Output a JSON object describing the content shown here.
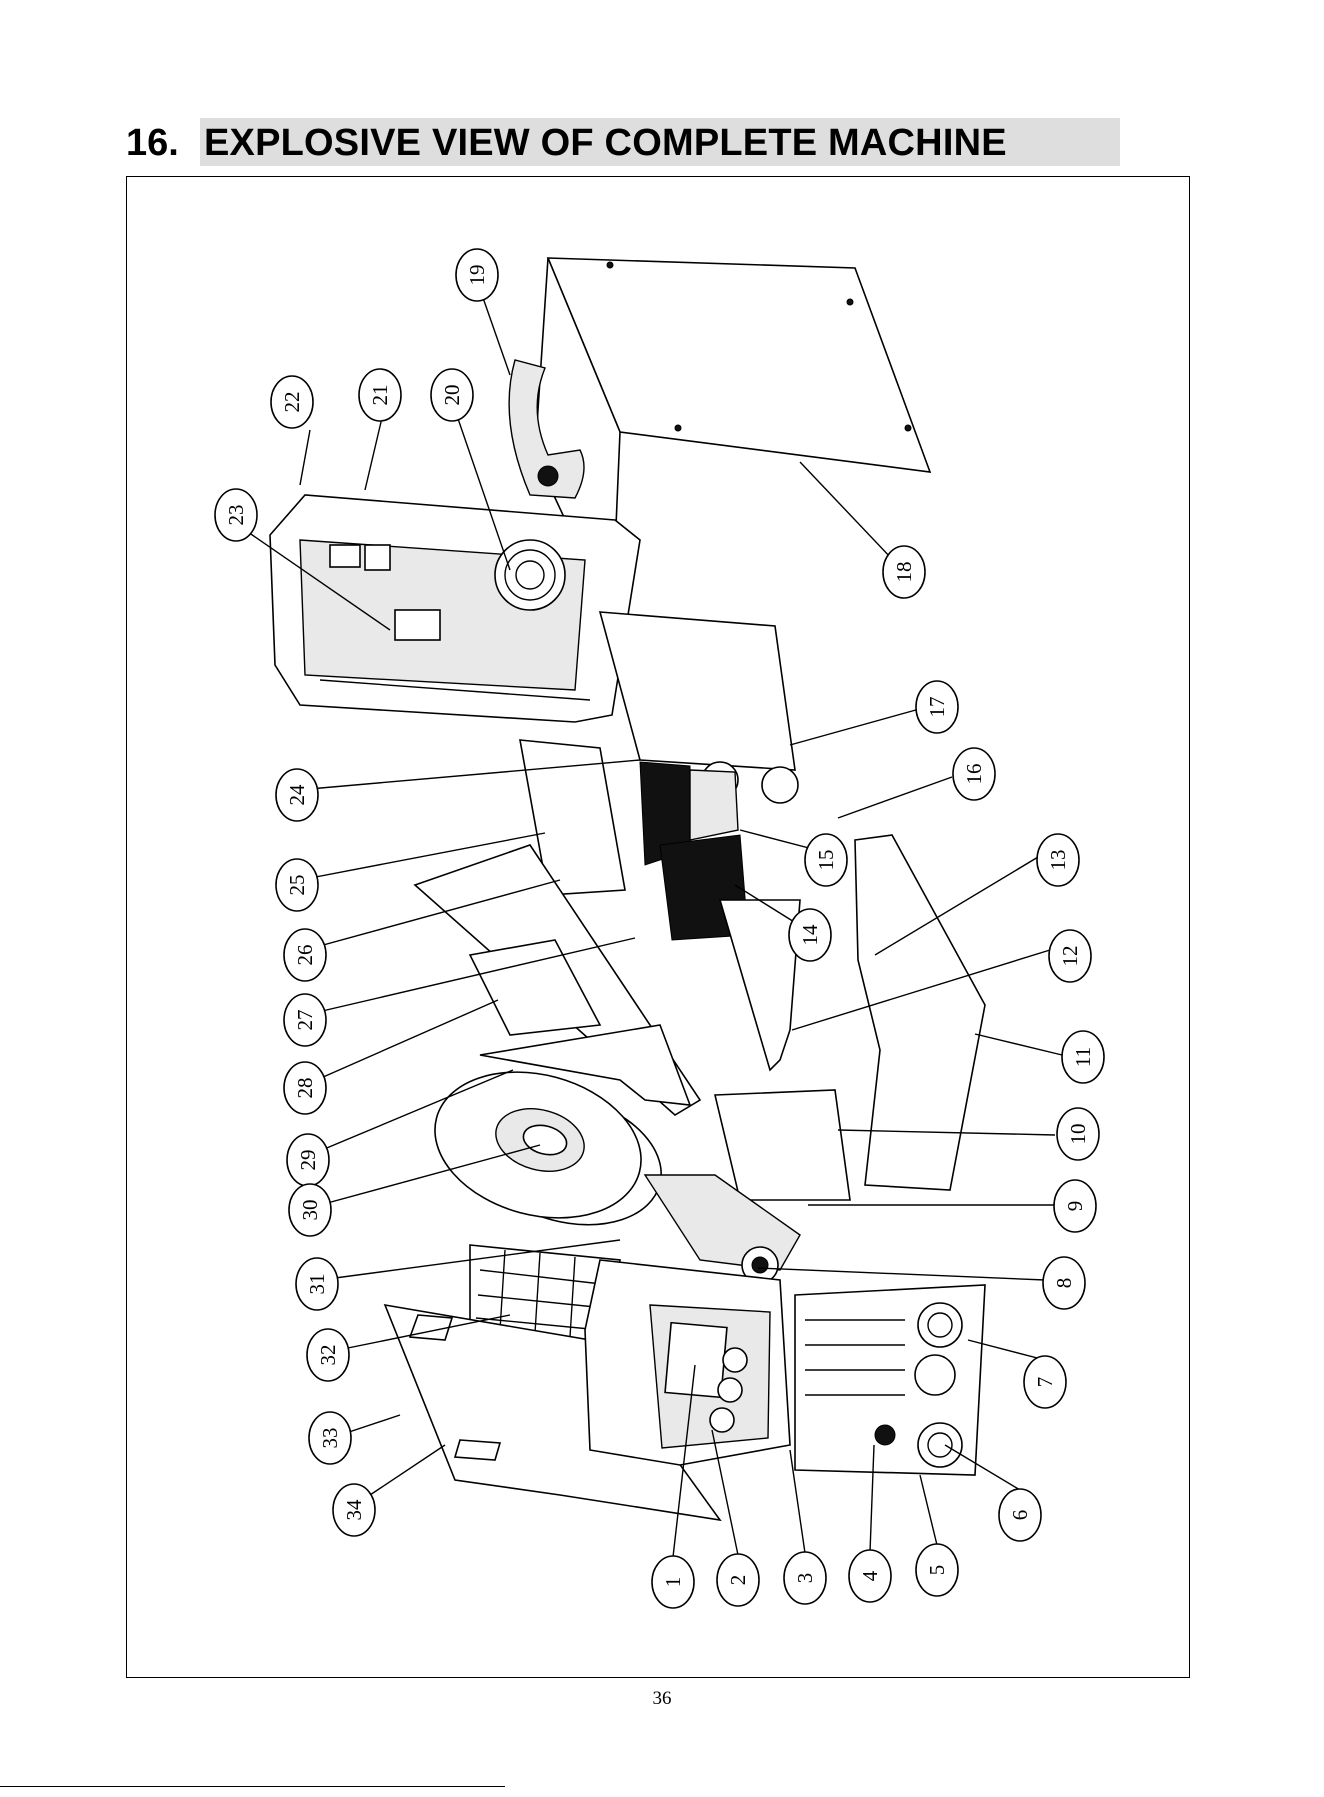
{
  "heading": {
    "number": "16.",
    "title": "EXPLOSIVE VIEW OF COMPLETE MACHINE"
  },
  "callouts": [
    "1",
    "2",
    "3",
    "4",
    "5",
    "6",
    "7",
    "8",
    "9",
    "10",
    "11",
    "12",
    "13",
    "14",
    "15",
    "16",
    "17",
    "18",
    "19",
    "20",
    "21",
    "22",
    "23",
    "24",
    "25",
    "26",
    "27",
    "28",
    "29",
    "30",
    "31",
    "32",
    "33",
    "34"
  ],
  "page_number": "36"
}
